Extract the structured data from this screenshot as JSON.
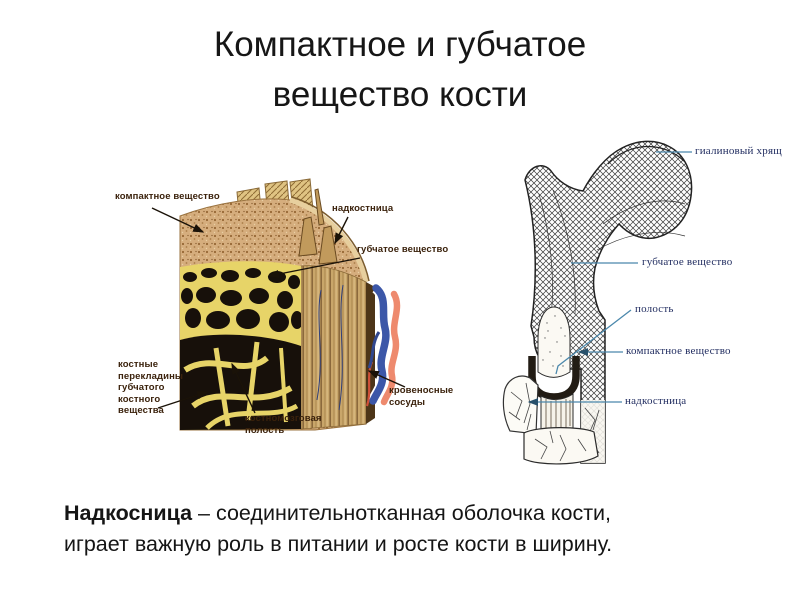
{
  "slide": {
    "title_line1": "Компактное и губчатое",
    "title_line2": "вещество кости",
    "caption": {
      "term": "Надкосница",
      "line1_rest": " – соединительнотканная оболочка кости,",
      "line2": "играет важную роль в питании и росте кости в ширину."
    }
  },
  "left_figure": {
    "labels": {
      "compact": "компактное вещество",
      "periosteum": "надкостница",
      "spongy": "губчатое вещество",
      "trabeculae": "костные перекладины губчатого костного вещества",
      "marrow_cavity": "костномозговая полость",
      "blood_vessels": "кровеносные сосуды"
    },
    "colors": {
      "label_text": "#3b220c",
      "spongy_yellow": "#e7d468",
      "compact_tan": "#d5ad7d",
      "cut_face_tan": "#c9a66a",
      "pore_black": "#17100a",
      "vessel_blue": "#3c57a8",
      "vessel_red": "#ee8a6e"
    }
  },
  "right_figure": {
    "labels": {
      "hyaline_cartilage": "гиалиновый хрящ",
      "spongy": "губчатое вещество",
      "cavity": "полость",
      "compact": "компактное вещество",
      "periosteum": "надкостница"
    },
    "colors": {
      "label_text": "#1e2a5e",
      "leader_line": "#4b88ac",
      "ink": "#2a2a2a"
    }
  }
}
